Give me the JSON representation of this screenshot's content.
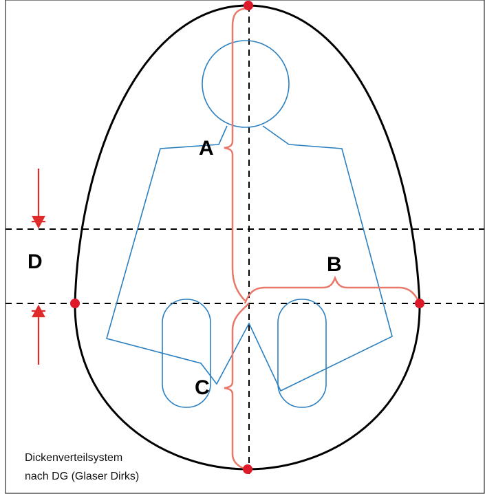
{
  "labels": {
    "a": "A",
    "b": "B",
    "c": "C",
    "d": "D"
  },
  "caption": {
    "line1": "Dickenverteilsystem",
    "line2": "nach DG (Glaser Dirks)"
  },
  "colors": {
    "outline": "#000000",
    "figure": "#2a7fc0",
    "measure": "#e8786a",
    "point": "#dd1a2a",
    "arrow": "#e02a2a",
    "dash": "#000000"
  }
}
